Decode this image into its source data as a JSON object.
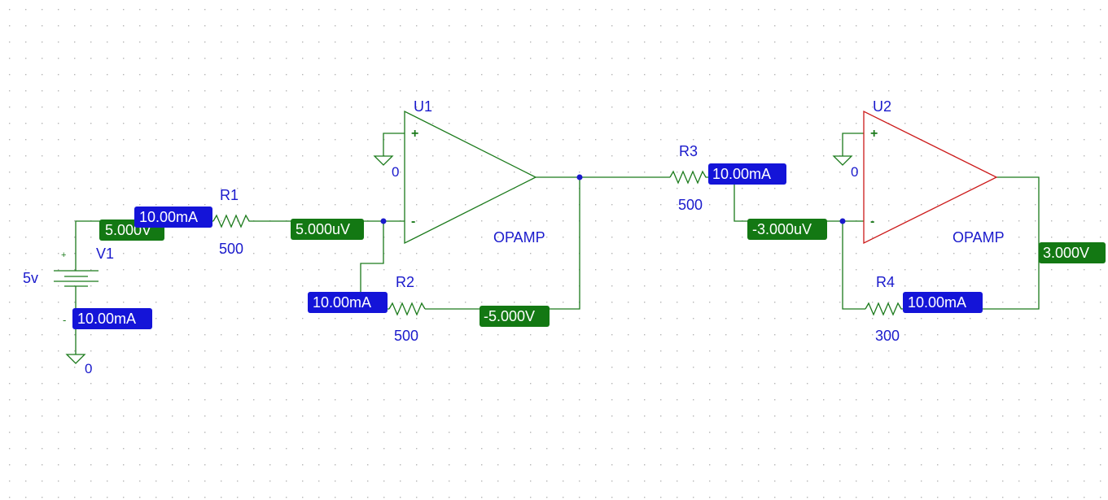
{
  "colors": {
    "wire": "#1b7a1b",
    "opamp_u1": "#1b7a1b",
    "opamp_u2": "#cc1a1a",
    "text": "#1a1acc",
    "voltage_marker": "#137813",
    "current_marker": "#1414d8",
    "grid_dot": "#b5b5b5"
  },
  "source": {
    "ref": "V1",
    "value": "5v",
    "plus": "+",
    "minus": "-"
  },
  "resistors": [
    {
      "ref": "R1",
      "value": "500"
    },
    {
      "ref": "R2",
      "value": "500"
    },
    {
      "ref": "R3",
      "value": "500"
    },
    {
      "ref": "R4",
      "value": "300"
    }
  ],
  "opamps": [
    {
      "ref": "U1",
      "model": "OPAMP",
      "plus": "+",
      "minus": "-",
      "ground_label": "0"
    },
    {
      "ref": "U2",
      "model": "OPAMP",
      "plus": "+",
      "minus": "-",
      "ground_label": "0"
    }
  ],
  "source_ground_label": "0",
  "markers": [
    {
      "kind": "voltage",
      "text": "5.000V"
    },
    {
      "kind": "current",
      "text": "10.00mA"
    },
    {
      "kind": "voltage",
      "text": "5.000uV"
    },
    {
      "kind": "current",
      "text": "10.00mA"
    },
    {
      "kind": "voltage",
      "text": "-5.000V"
    },
    {
      "kind": "current",
      "text": "10.00mA"
    },
    {
      "kind": "voltage",
      "text": "-3.000uV"
    },
    {
      "kind": "voltage",
      "text": "3.000V"
    },
    {
      "kind": "current",
      "text": "10.00mA"
    },
    {
      "kind": "current",
      "text": "10.00mA"
    }
  ]
}
